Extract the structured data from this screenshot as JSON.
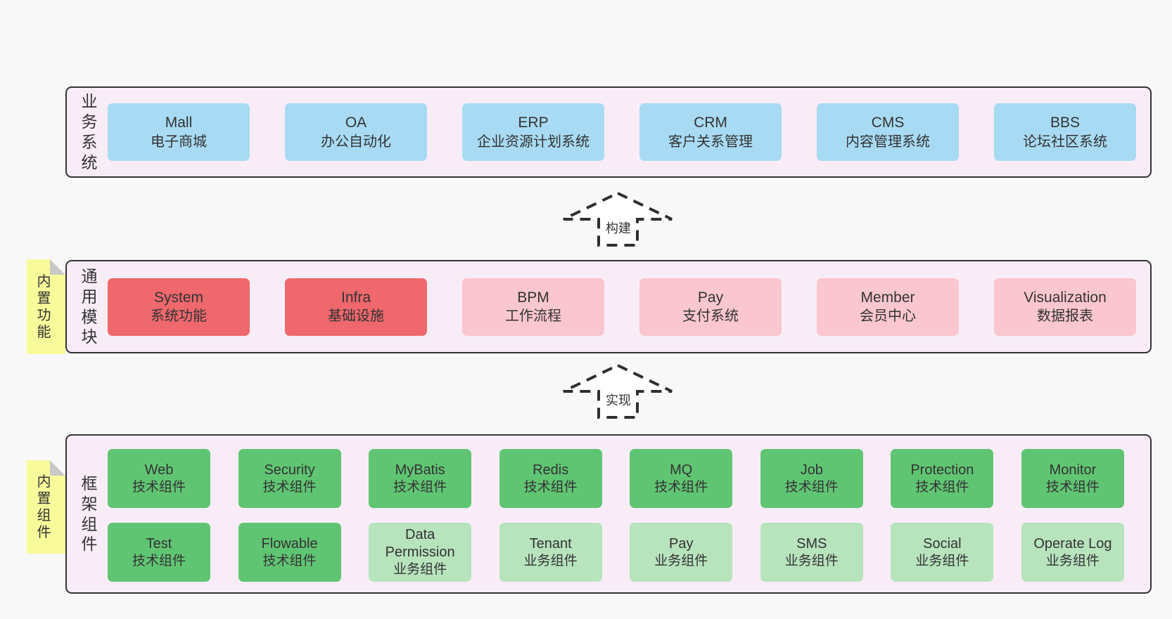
{
  "diagram": {
    "layers": {
      "business": {
        "label": "业务系统",
        "boxes": [
          {
            "title": "Mall",
            "subtitle": "电子商城"
          },
          {
            "title": "OA",
            "subtitle": "办公自动化"
          },
          {
            "title": "ERP",
            "subtitle": "企业资源计划系统"
          },
          {
            "title": "CRM",
            "subtitle": "客户关系管理"
          },
          {
            "title": "CMS",
            "subtitle": "内容管理系统"
          },
          {
            "title": "BBS",
            "subtitle": "论坛社区系统"
          }
        ]
      },
      "modules": {
        "label": "通用模块",
        "note": "内置功能",
        "boxes": [
          {
            "title": "System",
            "subtitle": "系统功能",
            "variant": "red"
          },
          {
            "title": "Infra",
            "subtitle": "基础设施",
            "variant": "red"
          },
          {
            "title": "BPM",
            "subtitle": "工作流程",
            "variant": "pink"
          },
          {
            "title": "Pay",
            "subtitle": "支付系统",
            "variant": "pink"
          },
          {
            "title": "Member",
            "subtitle": "会员中心",
            "variant": "pink"
          },
          {
            "title": "Visualization",
            "subtitle": "数据报表",
            "variant": "pink"
          }
        ]
      },
      "components": {
        "label": "框架组件",
        "note": "内置组件",
        "row1": [
          {
            "title": "Web",
            "subtitle": "技术组件",
            "variant": "green-dark"
          },
          {
            "title": "Security",
            "subtitle": "技术组件",
            "variant": "green-dark"
          },
          {
            "title": "MyBatis",
            "subtitle": "技术组件",
            "variant": "green-dark"
          },
          {
            "title": "Redis",
            "subtitle": "技术组件",
            "variant": "green-dark"
          },
          {
            "title": "MQ",
            "subtitle": "技术组件",
            "variant": "green-dark"
          },
          {
            "title": "Job",
            "subtitle": "技术组件",
            "variant": "green-dark"
          },
          {
            "title": "Protection",
            "subtitle": "技术组件",
            "variant": "green-dark"
          },
          {
            "title": "Monitor",
            "subtitle": "技术组件",
            "variant": "green-dark"
          }
        ],
        "row2": [
          {
            "title": "Test",
            "subtitle": "技术组件",
            "variant": "green-dark"
          },
          {
            "title": "Flowable",
            "subtitle": "技术组件",
            "variant": "green-dark"
          },
          {
            "title": "Data Permission",
            "subtitle": "业务组件",
            "variant": "green-light"
          },
          {
            "title": "Tenant",
            "subtitle": "业务组件",
            "variant": "green-light"
          },
          {
            "title": "Pay",
            "subtitle": "业务组件",
            "variant": "green-light"
          },
          {
            "title": "SMS",
            "subtitle": "业务组件",
            "variant": "green-light"
          },
          {
            "title": "Social",
            "subtitle": "业务组件",
            "variant": "green-light"
          },
          {
            "title": "Operate Log",
            "subtitle": "业务组件",
            "variant": "green-light"
          }
        ]
      }
    },
    "arrows": [
      {
        "label": "构建"
      },
      {
        "label": "实现"
      }
    ],
    "colors": {
      "page_bg": "#f8f8f8",
      "layer_bg": "#f8edf7",
      "layer_border": "#333333",
      "box_blue": "#a8dbf3",
      "box_red": "#ee686d",
      "box_pink": "#fac6cf",
      "box_green_dark": "#60c573",
      "box_green_light": "#b7e3bd",
      "note_yellow": "#f9fb9b",
      "note_fold": "#c9c9c9",
      "text": "#333333"
    }
  }
}
